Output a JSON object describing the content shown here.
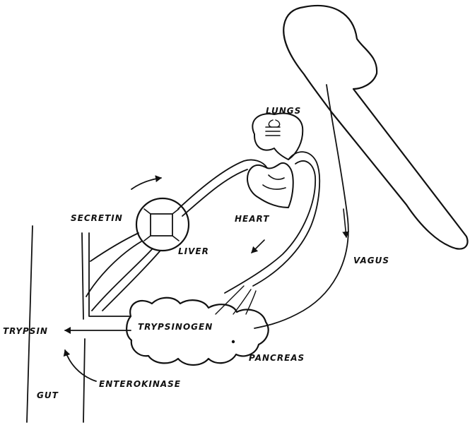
{
  "diagram": {
    "labels": {
      "lungs": "LUNGS",
      "heart": "HEART",
      "secretin": "SECRETIN",
      "liver": "LIVER",
      "vagus": "VAGUS",
      "trypsin": "TRYPSIN",
      "trypsinogen": "TRYPSINOGEN",
      "pancreas": "PANCREAS",
      "enterokinase": "ENTEROKINASE",
      "gut": "GUT"
    },
    "colors": {
      "ink": "#111111",
      "background": "#ffffff"
    }
  }
}
